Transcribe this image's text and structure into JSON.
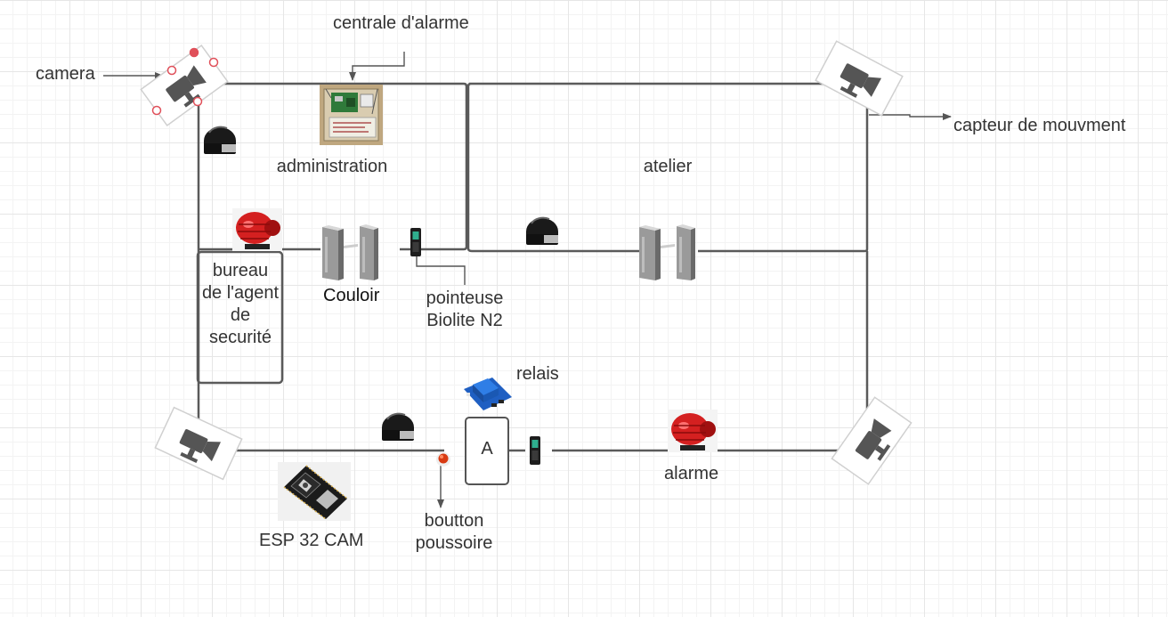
{
  "labels": {
    "camera": "camera",
    "centrale": "centrale d'alarme",
    "capteur": "capteur de mouvment",
    "administration": "administration",
    "atelier": "atelier",
    "bureau": "bureau de l'agent de securité",
    "couloir": "Couloir",
    "pointeuse": "pointeuse Biolite N2",
    "relais": "relais",
    "module_a": "A",
    "alarme": "alarme",
    "esp": "ESP 32 CAM",
    "bouton": "boutton poussoire"
  },
  "icons": {
    "camera": "cctv-camera-icon",
    "motion_sensor": "motion-sensor-icon",
    "siren": "siren-icon",
    "turnstile": "turnstile-icon",
    "access_reader": "access-reader-icon",
    "relay": "relay-module-icon",
    "panel": "alarm-panel-icon",
    "esp": "esp32-cam-board-icon",
    "button": "push-button-icon"
  },
  "colors": {
    "wall": "#5a5a5a",
    "arrow": "#555555",
    "selection": "#e0505a",
    "siren": "#d42020",
    "relay": "#2a6fd0"
  }
}
